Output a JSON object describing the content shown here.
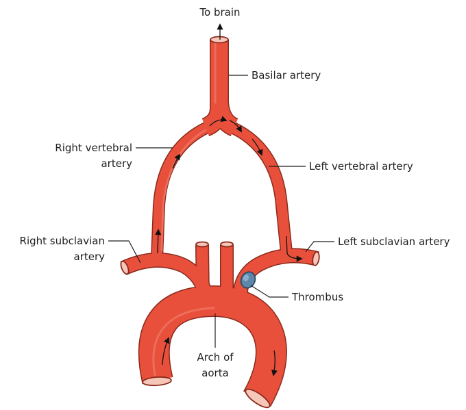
{
  "colors": {
    "artery_fill": "#e8503c",
    "artery_outline": "#8a2a1c",
    "lumen": "#f6c6b9",
    "thrombus": "#5d86a8",
    "label_text": "#1f1f1f"
  },
  "labels": {
    "to_brain": "To brain",
    "basilar_artery": "Basilar artery",
    "right_vertebral_line1": "Right vertebral",
    "right_vertebral_line2": "artery",
    "left_vertebral": "Left vertebral artery",
    "right_subclavian_line1": "Right subclavian",
    "right_subclavian_line2": "artery",
    "left_subclavian": "Left subclavian artery",
    "thrombus": "Thrombus",
    "arch_line1": "Arch of",
    "arch_line2": "aorta"
  },
  "icons": [
    "flow-arrow-icon",
    "thrombus-icon"
  ]
}
